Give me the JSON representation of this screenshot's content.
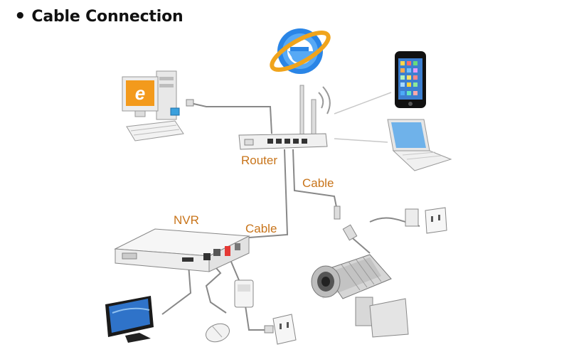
{
  "header": {
    "bullet": "•",
    "title": "Cable Connection"
  },
  "labels": {
    "router": "Router",
    "cable_top": "Cable",
    "nvr": "NVR",
    "cable_mid": "Cable"
  },
  "colors": {
    "label": "#c8741a",
    "ie_blue": "#1f6fd6",
    "ie_ring": "#f0a41c",
    "screen_blue": "#2f73c9",
    "monitor_orange": "#f39a1c"
  },
  "icons": [
    "internet-explorer-icon",
    "desktop-computer-icon",
    "smartphone-icon",
    "laptop-icon",
    "router-icon",
    "nvr-recorder-icon",
    "monitor-icon",
    "mouse-icon",
    "power-adapter-icon",
    "power-outlet-icon",
    "bullet-camera-icon",
    "camera-power-outlet-icon"
  ]
}
